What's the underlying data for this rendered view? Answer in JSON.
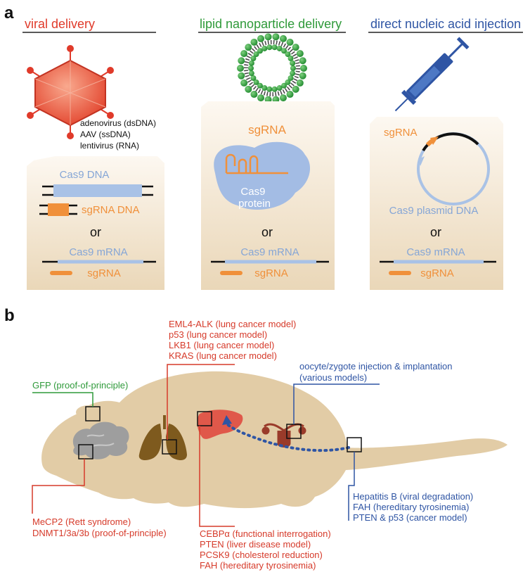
{
  "colors": {
    "viral": "#e03a2a",
    "lipid": "#2f9a3a",
    "direct": "#2f55a4",
    "dna_blue": "#a9c2e6",
    "sgrna_orange": "#f0903a",
    "label_red": "#d63a2a",
    "label_blue": "#2f55a4",
    "label_green": "#2f9a3a",
    "panel_top": "#fbf4ea",
    "panel_bottom": "#eddcc0",
    "mouse": "#e2cca6"
  },
  "panel_a": {
    "letter": "a",
    "viral": {
      "title": "viral delivery",
      "vectors": [
        "adenovirus (dsDNA)",
        "AAV (ssDNA)",
        "lentivirus (RNA)"
      ],
      "cas9_dna": "Cas9 DNA",
      "sgrna_dna": "sgRNA DNA",
      "or": "or",
      "cas9_mrna": "Cas9 mRNA",
      "sgrna": "sgRNA"
    },
    "lipid": {
      "title": "lipid nanoparticle delivery",
      "sgrna": "sgRNA",
      "cas9_protein": [
        "Cas9",
        "protein"
      ],
      "or": "or",
      "cas9_mrna": "Cas9 mRNA",
      "sgrna2": "sgRNA"
    },
    "direct": {
      "title": "direct nucleic acid injection",
      "sgrna": "sgRNA",
      "plasmid": "Cas9 plasmid DNA",
      "or": "or",
      "cas9_mrna": "Cas9 mRNA",
      "sgrna2": "sgRNA"
    }
  },
  "panel_b": {
    "letter": "b",
    "lung_models": [
      "EML4-ALK (lung cancer model)",
      "p53 (lung cancer model)",
      "LKB1 (lung cancer model)",
      "KRAS (lung cancer model)"
    ],
    "gfp": "GFP (proof-of-principle)",
    "oocyte": [
      "oocyte/zygote injection & implantation",
      "(various models)"
    ],
    "brain": [
      "MeCP2 (Rett syndrome)",
      "DNMT1/3a/3b (proof-of-principle)"
    ],
    "liver": [
      "CEBPα (functional interrogation)",
      "PTEN (liver disease model)",
      "PCSK9 (cholesterol reduction)",
      "FAH (hereditary tyrosinemia)"
    ],
    "tail": [
      "Hepatitis B (viral degradation)",
      "FAH (hereditary tyrosinemia)",
      "PTEN & p53 (cancer model)"
    ]
  }
}
